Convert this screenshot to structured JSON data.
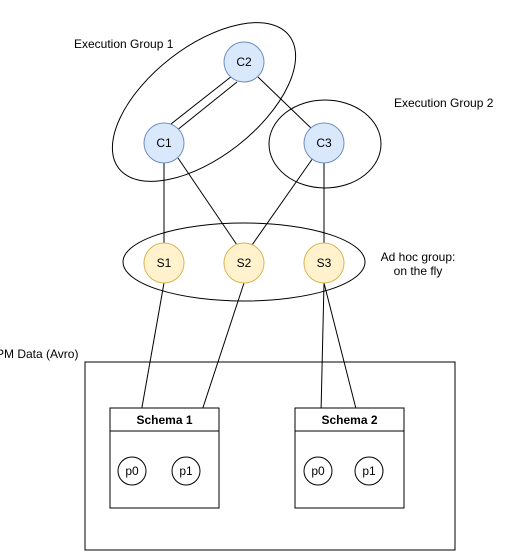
{
  "groups": {
    "execution_group_1": "Execution Group 1",
    "execution_group_2": "Execution Group 2",
    "adhoc_line1": "Ad hoc group:",
    "adhoc_line2": "on the fly"
  },
  "nodes": {
    "c1": "C1",
    "c2": "C2",
    "c3": "C3",
    "s1": "S1",
    "s2": "S2",
    "s3": "S3"
  },
  "data_container": {
    "label": "PM Data (Avro)",
    "schema1": {
      "title": "Schema 1",
      "p0": "p0",
      "p1": "p1"
    },
    "schema2": {
      "title": "Schema 2",
      "p0": "p0",
      "p1": "p1"
    }
  },
  "colors": {
    "compute_fill": "#dae8fc",
    "compute_stroke": "#6c8ebf",
    "storage_fill": "#fff2cc",
    "storage_stroke": "#d6b656",
    "line": "#000000",
    "background": "#ffffff"
  }
}
